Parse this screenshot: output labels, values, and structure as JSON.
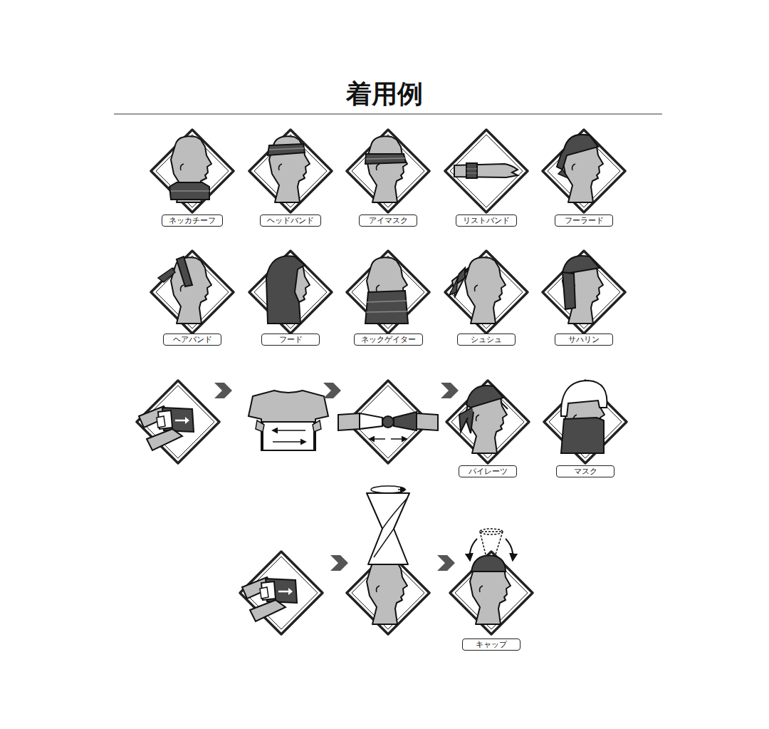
{
  "diagram": {
    "title": "着用例",
    "nodes": [
      {
        "text": [
          "ネッカチーフ"
        ]
      },
      {
        "text": [
          "ヘッドバンド"
        ]
      },
      {
        "text": [
          "アイマスク"
        ]
      },
      {
        "text": [
          "リストバンド"
        ]
      },
      {
        "text": [
          "フーラード"
        ]
      },
      {
        "text": [
          "ヘアバンド"
        ]
      },
      {
        "text": [
          "フード"
        ]
      },
      {
        "text": [
          "ネックゲイター"
        ]
      },
      {
        "text": [
          "シュシュ"
        ]
      },
      {
        "text": [
          "サハリン"
        ]
      },
      {
        "text": [
          "パイレーツ"
        ]
      },
      {
        "text": [
          "マスク"
        ]
      },
      {
        "text": [
          "キャップ"
        ]
      }
    ]
  }
}
